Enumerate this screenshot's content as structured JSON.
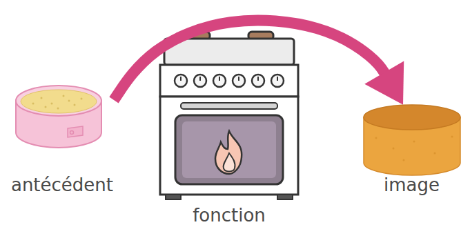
{
  "diagram": {
    "nodes": [
      {
        "text": [
          "antécédent"
        ]
      },
      {
        "text": [
          "fonction"
        ]
      },
      {
        "text": [
          "image"
        ]
      }
    ],
    "edges": [
      {
        "from": 0,
        "to": 2,
        "arrow": "to"
      }
    ]
  }
}
